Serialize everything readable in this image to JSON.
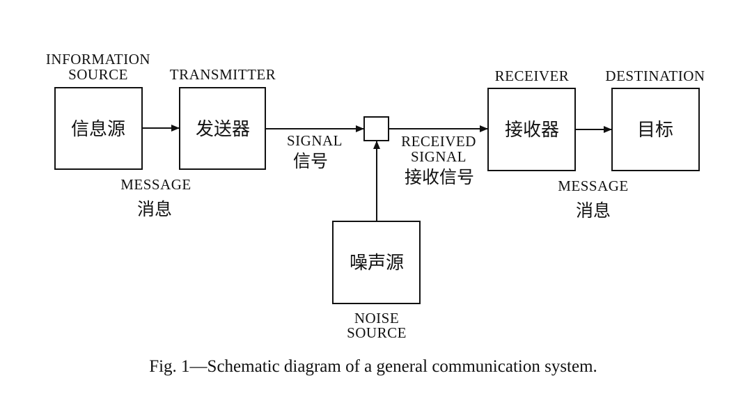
{
  "blocks": {
    "info_source": {
      "title_line1": "INFORMATION",
      "title_line2": "SOURCE",
      "box_text": "信息源"
    },
    "transmitter": {
      "title": "TRANSMITTER",
      "box_text": "发送器"
    },
    "receiver": {
      "title": "RECEIVER",
      "box_text": "接收器"
    },
    "destination": {
      "title": "DESTINATION",
      "box_text": "目标"
    },
    "noise_source": {
      "box_text": "噪声源",
      "label_line1": "NOISE",
      "label_line2": "SOURCE"
    }
  },
  "labels": {
    "message_left_en": "MESSAGE",
    "message_left_zh": "消息",
    "signal_en": "SIGNAL",
    "signal_zh": "信号",
    "received_signal_line1": "RECEIVED",
    "received_signal_line2": "SIGNAL",
    "received_signal_zh": "接收信号",
    "message_right_en": "MESSAGE",
    "message_right_zh": "消息"
  },
  "caption": "Fig. 1—Schematic diagram of a general communication system.",
  "colors": {
    "ink": "#111111",
    "background": "#ffffff"
  }
}
